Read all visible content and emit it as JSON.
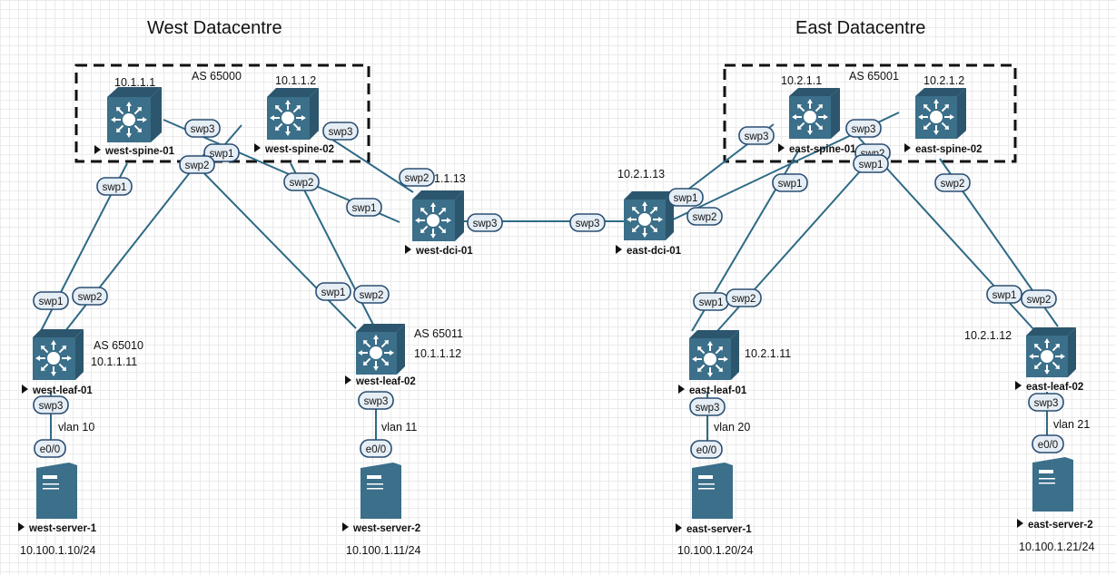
{
  "titles": {
    "west": "West Datacentre",
    "east": "East Datacentre"
  },
  "labels": {
    "as_west_spine": "AS 65000",
    "as_east_spine": "AS 65001",
    "as_west_leaf01": "AS 65010",
    "as_west_leaf02": "AS 65011",
    "ip_west_spine01": "10.1.1.1",
    "ip_west_spine02": "10.1.1.2",
    "ip_west_dci": "1.1.13",
    "ip_west_leaf01": "10.1.1.11",
    "ip_west_leaf02": "10.1.1.12",
    "ip_east_spine01": "10.2.1.1",
    "ip_east_spine02": "10.2.1.2",
    "ip_east_dci": "10.2.1.13",
    "ip_east_leaf01": "10.2.1.11",
    "ip_east_leaf02": "10.2.1.12",
    "vlan_west_1": "vlan 10",
    "vlan_west_2": "vlan 11",
    "vlan_east_1": "vlan 20",
    "vlan_east_2": "vlan 21",
    "subnet_west_1": "10.100.1.10/24",
    "subnet_west_2": "10.100.1.11/24",
    "subnet_east_1": "10.100.1.20/24",
    "subnet_east_2": "10.100.1.21/24"
  },
  "nodes": {
    "west_spine_01": "west-spine-01",
    "west_spine_02": "west-spine-02",
    "west_dci_01": "west-dci-01",
    "west_leaf_01": "west-leaf-01",
    "west_leaf_02": "west-leaf-02",
    "west_server_1": "west-server-1",
    "west_server_2": "west-server-2",
    "east_spine_01": "east-spine-01",
    "east_spine_02": "east-spine-02",
    "east_dci_01": "east-dci-01",
    "east_leaf_01": "east-leaf-01",
    "east_leaf_02": "east-leaf-02",
    "east_server_1": "east-server-1",
    "east_server_2": "east-server-2"
  },
  "ports": {
    "swp1": "swp1",
    "swp2": "swp2",
    "swp3": "swp3",
    "e00": "e0/0"
  },
  "icons": {
    "switch": "network-switch-icon",
    "server": "server-tower-icon",
    "marker": "triangle-marker-icon"
  },
  "colors": {
    "link": "#2e6a85",
    "device": "#3b6f8a",
    "pill_fill": "#e6eef5",
    "pill_stroke": "#2b4f72"
  }
}
